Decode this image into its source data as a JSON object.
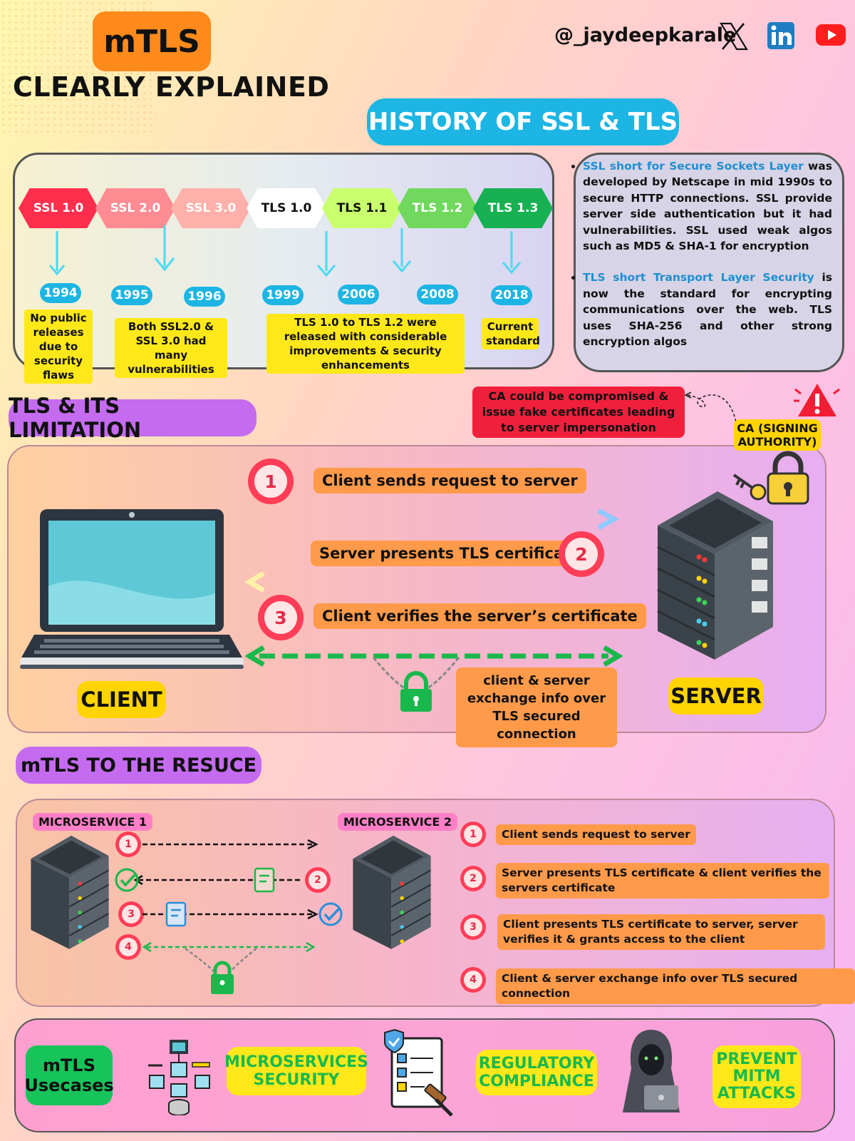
{
  "header": {
    "title": "mTLS",
    "subtitle": "CLEARLY EXPLAINED",
    "handle": "@_jaydeepkarale",
    "social_icons": [
      "x-logo-icon",
      "linkedin-icon",
      "youtube-icon"
    ]
  },
  "history": {
    "heading": "HISTORY OF SSL & TLS",
    "versions": [
      {
        "label": "SSL 1.0",
        "color": "#ff2e4d",
        "text_color": "#ffffff"
      },
      {
        "label": "SSL 2.0",
        "color": "#ff8b93",
        "text_color": "#ffffff"
      },
      {
        "label": "SSL 3.0",
        "color": "#ffb0aa",
        "text_color": "#ffffff"
      },
      {
        "label": "TLS 1.0",
        "color": "#ffffff",
        "text_color": "#111111"
      },
      {
        "label": "TLS 1.1",
        "color": "#c9ff6e",
        "text_color": "#111111"
      },
      {
        "label": "TLS 1.2",
        "color": "#6fd85d",
        "text_color": "#ffffff"
      },
      {
        "label": "TLS 1.3",
        "color": "#17b052",
        "text_color": "#ffffff"
      }
    ],
    "years": [
      "1994",
      "1995",
      "1996",
      "1999",
      "2006",
      "2008",
      "2018"
    ],
    "notes": [
      "No public releases due to security flaws",
      "Both SSL2.0 & SSL 3.0 had many vulnerabilities",
      "TLS 1.0 to TLS 1.2 were released with considerable improvements & security enhancements",
      "Current standard"
    ],
    "ssl_point": {
      "term": "SSL short for Secure Sockets Layer",
      "text": " was developed by Netscape in mid 1990s to secure HTTP connections. SSL provide server side authentication but it had vulnerabilities. SSL used weak algos such as MD5 & SHA-1 for encryption"
    },
    "tls_point": {
      "term": "TLS short Transport Layer Security",
      "text": " is now the standard for encrypting communications over the web. TLS uses SHA-256 and other strong encryption algos"
    }
  },
  "tls": {
    "heading": "TLS & ITS LIMITATION",
    "ca_warning": "CA could be compromised & issue fake certificates leading to server impersonation",
    "ca_label": "CA (SIGNING AUTHORITY)",
    "steps": [
      {
        "num": "1",
        "text": "Client sends request to server"
      },
      {
        "num": "2",
        "text": "Server presents TLS certificate"
      },
      {
        "num": "3",
        "text": "Client verifies the server’s certificate"
      }
    ],
    "exchange": "client & server exchange info over TLS secured connection",
    "client_label": "CLIENT",
    "server_label": "SERVER"
  },
  "mtls": {
    "heading": "mTLS TO THE RESUCE",
    "ms1": "MICROSERVICE 1",
    "ms2": "MICROSERVICE 2",
    "flow_nums": [
      "1",
      "2",
      "3",
      "4"
    ],
    "steps": [
      {
        "num": "1",
        "text": "Client sends request to server"
      },
      {
        "num": "2",
        "text": "Server presents TLS certificate & client verifies the servers certificate"
      },
      {
        "num": "3",
        "text": "Client presents TLS certificate to server, server verifies it & grants access to the client"
      },
      {
        "num": "4",
        "text": "Client & server exchange info over TLS secured connection"
      }
    ]
  },
  "usecases": {
    "heading": "mTLS Usecases",
    "items": [
      "MICROSERVICES SECURITY",
      "REGULATORY COMPLIANCE",
      "PREVENT MITM ATTACKS"
    ]
  },
  "colors": {
    "orange": "#ff8a1c",
    "cyan": "#1db5e3",
    "purple": "#c56bf0",
    "yellow": "#ffd400",
    "green": "#17c45a",
    "red": "#ff3d57"
  }
}
